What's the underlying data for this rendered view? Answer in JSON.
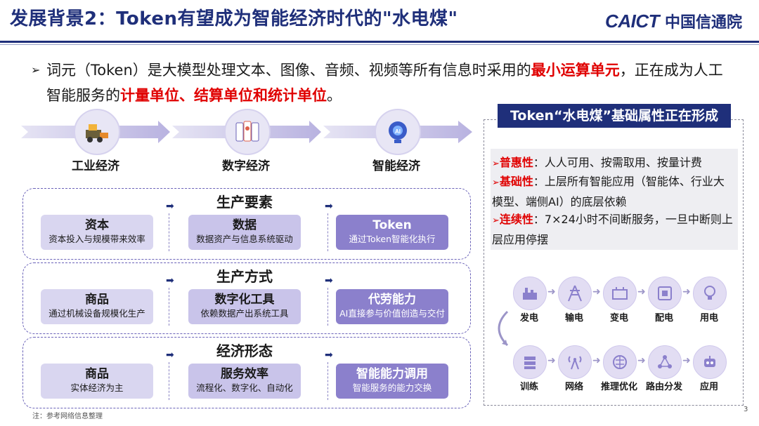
{
  "header": {
    "title": "发展背景2：Token有望成为智能经济时代的\"水电煤\"",
    "logo_en": "CAICT",
    "logo_cn": "中国信通院"
  },
  "bullet": {
    "part1": "词元（Token）是大模型处理文本、图像、音频、视频等所有信息时采用的",
    "highlight1": "最小运算单元",
    "part2": "，正在成为人工智能服务的",
    "highlight2": "计量单位、结算单位和统计单位",
    "part3": "。"
  },
  "stages": [
    "工业经济",
    "数字经济",
    "智能经济"
  ],
  "sections": [
    {
      "title": "生产要素",
      "cards": [
        {
          "head": "资本",
          "sub": "资本投入与规模带来效率"
        },
        {
          "head": "数据",
          "sub": "数据资产与信息系统驱动"
        },
        {
          "head": "Token",
          "sub": "通过Token智能化执行"
        }
      ]
    },
    {
      "title": "生产方式",
      "cards": [
        {
          "head": "商品",
          "sub": "通过机械设备规模化生产"
        },
        {
          "head": "数字化工具",
          "sub": "依赖数据产出系统工具"
        },
        {
          "head": "代劳能力",
          "sub": "AI直接参与价值创造与交付"
        }
      ]
    },
    {
      "title": "经济形态",
      "cards": [
        {
          "head": "商品",
          "sub": "实体经济为主"
        },
        {
          "head": "服务效率",
          "sub": "流程化、数字化、自动化"
        },
        {
          "head": "智能能力调用",
          "sub": "智能服务的能力交换"
        }
      ]
    }
  ],
  "right_panel": {
    "title": "Token“水电煤”基础属性正在形成",
    "items": [
      {
        "key": "普惠性",
        "text": "：人人可用、按需取用、按量计费"
      },
      {
        "key": "基础性",
        "text": "：上层所有智能应用（智能体、行业大模型、端侧AI）的底层依赖"
      },
      {
        "key": "连续性",
        "text": "：7×24小时不间断服务，一旦中断则上层应用停摆"
      }
    ],
    "power_row": [
      "发电",
      "输电",
      "变电",
      "配电",
      "用电"
    ],
    "ai_row": [
      "训练",
      "网络",
      "推理优化",
      "路由分发",
      "应用"
    ]
  },
  "footer": "注：参考网络信息整理",
  "page_number": "3",
  "colors": {
    "navy": "#1f2f7a",
    "red": "#e00000",
    "purple_dark": "#8b80cc",
    "purple_light": "#d9d6f0"
  }
}
